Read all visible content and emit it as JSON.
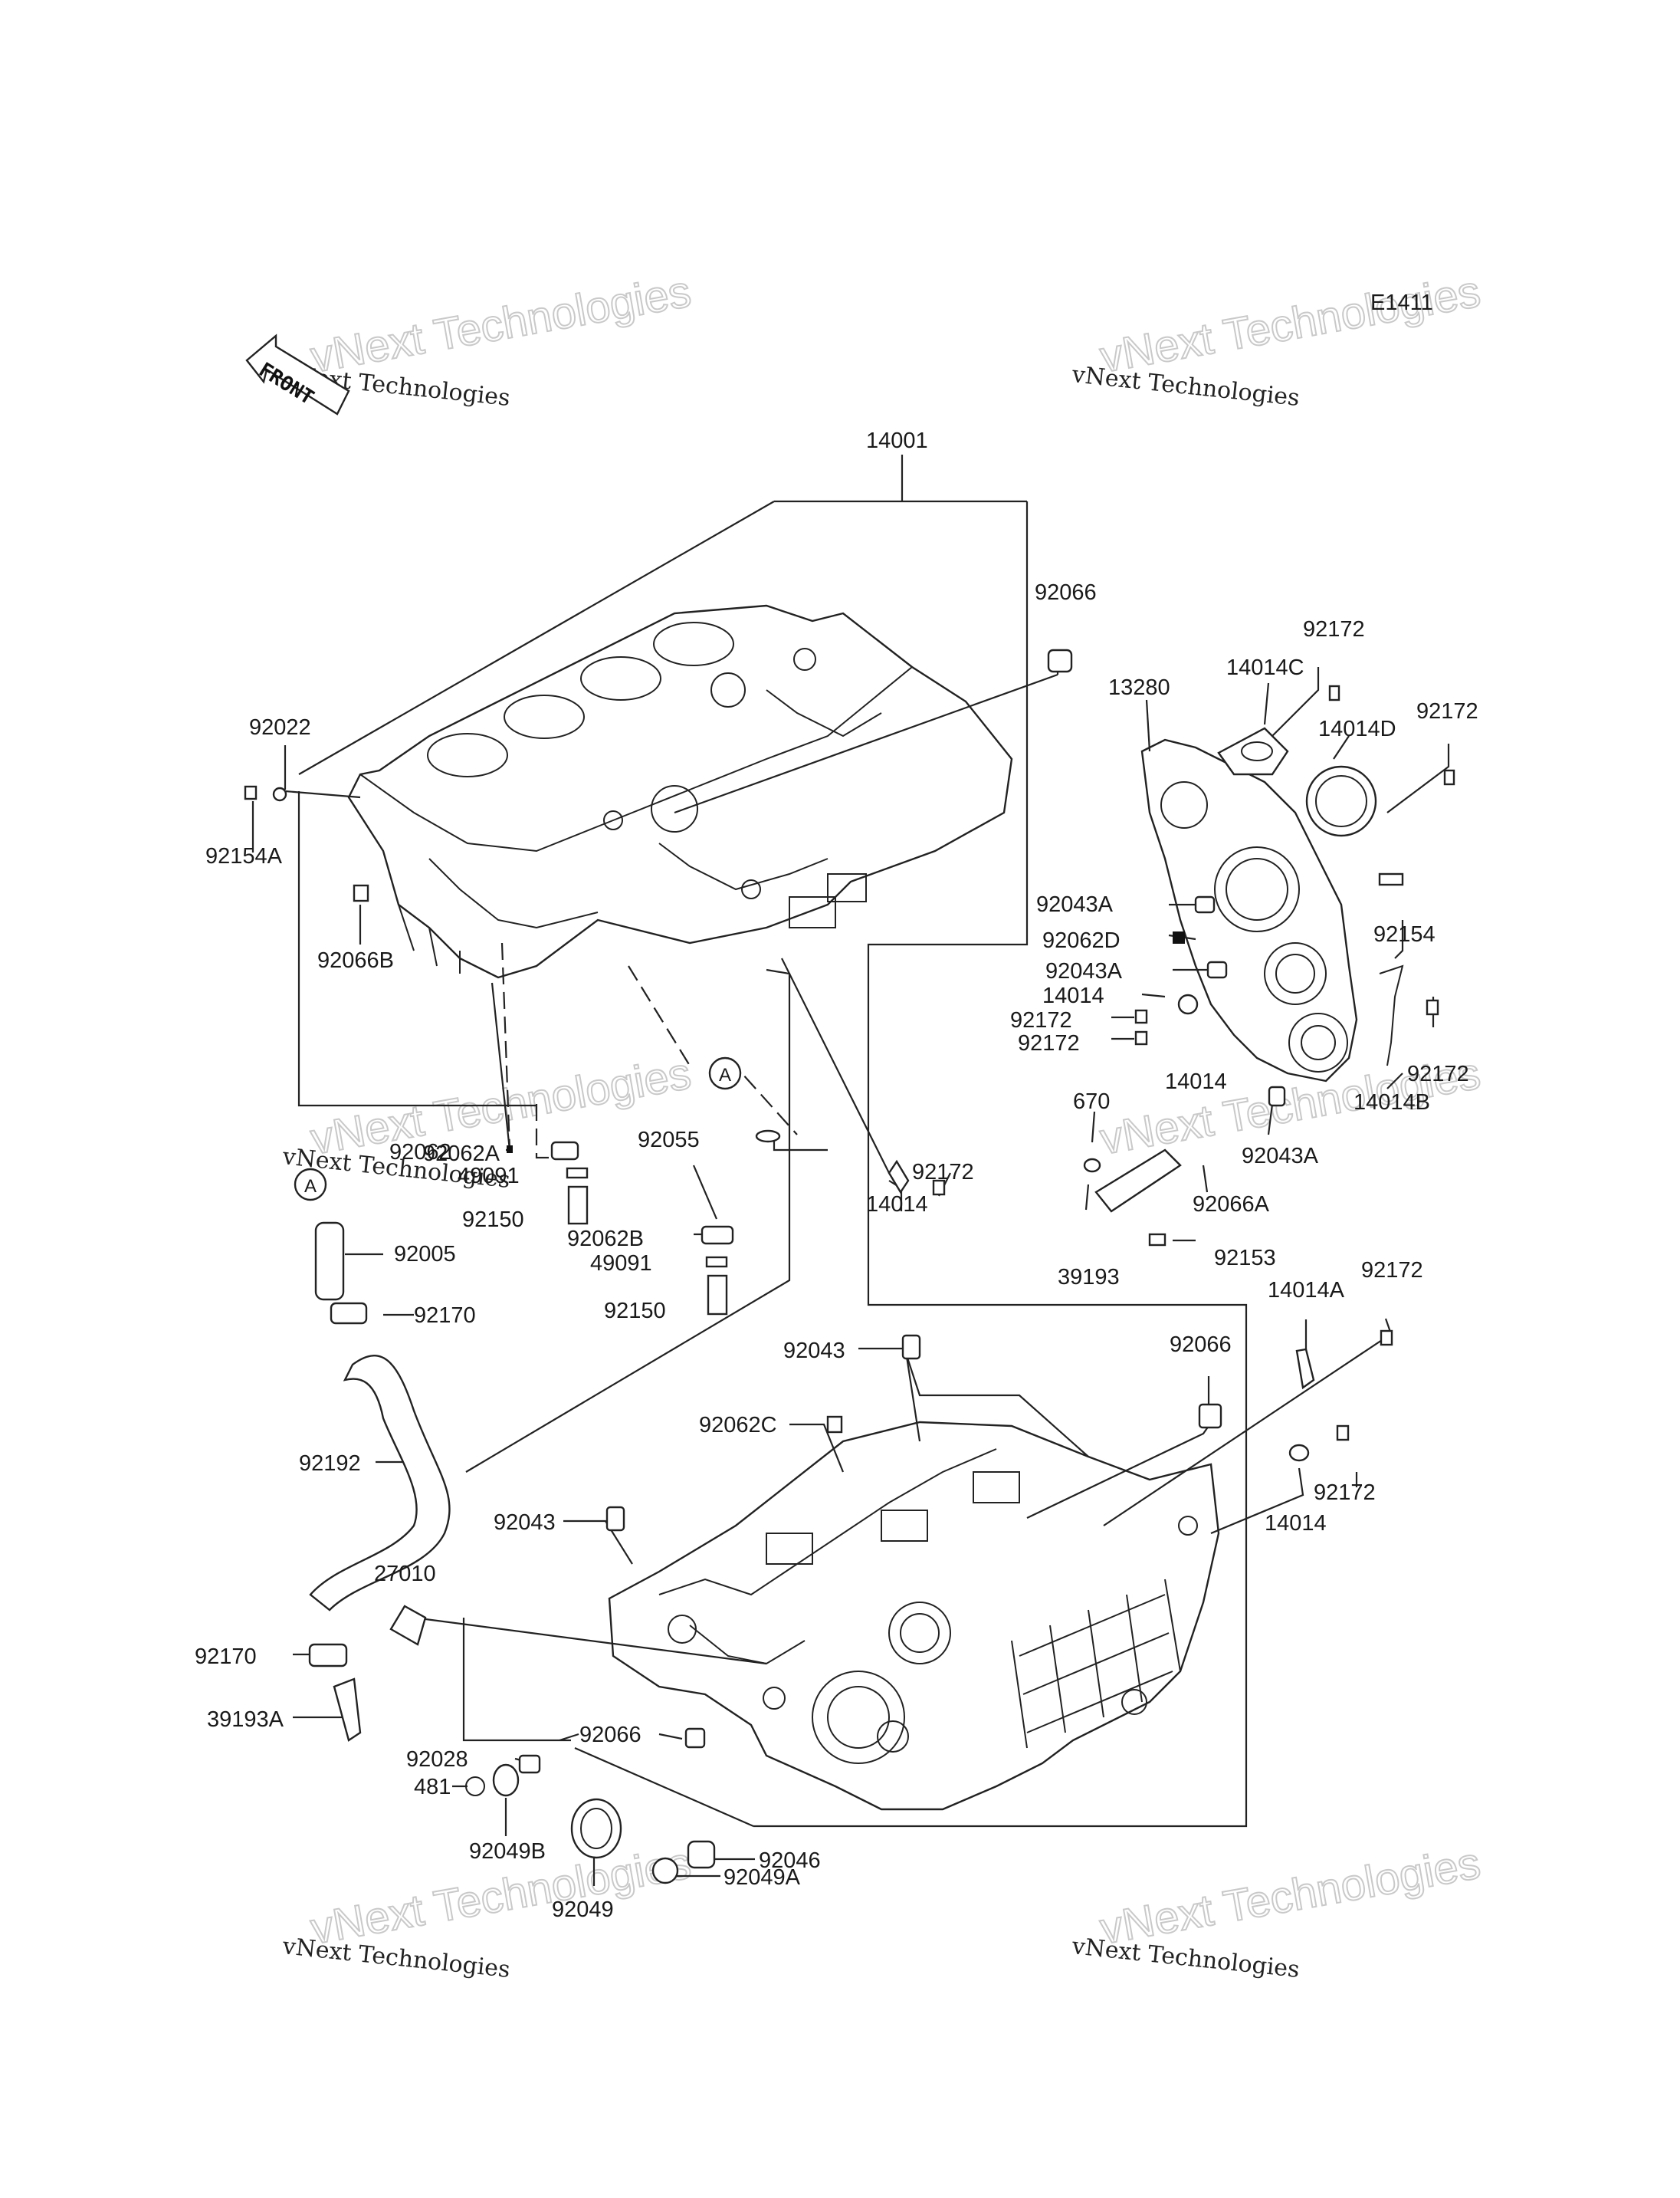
{
  "diagram_id": "E1411",
  "direction_marker": "FRONT",
  "circle_marker": "A",
  "watermark": "vNext Technologies",
  "labels": {
    "l14001": "14001",
    "l92066_top": "92066",
    "l92022": "92022",
    "l92154A": "92154A",
    "l92066B": "92066B",
    "l92062": "92062",
    "l92062A": "92062A",
    "l49091_a": "49091",
    "l92150_a": "92150",
    "l92055": "92055",
    "l92062B": "92062B",
    "l49091_b": "49091",
    "l92150_b": "92150",
    "l92005": "92005",
    "l92170_a": "92170",
    "l92192": "92192",
    "l27010": "27010",
    "l92170_b": "92170",
    "l39193A": "39193A",
    "l13280": "13280",
    "l14014C": "14014C",
    "l92172_a": "92172",
    "l14014D": "14014D",
    "l92172_b": "92172",
    "l92043A_a": "92043A",
    "l92062D": "92062D",
    "l92043A_b": "92043A",
    "l14014_a": "14014",
    "l92172_c": "92172",
    "l92172_d": "92172",
    "l14014_b": "14014",
    "l92154": "92154",
    "l92172_e": "92172",
    "l14014B": "14014B",
    "l92043A_c": "92043A",
    "l670": "670",
    "l92066A": "92066A",
    "l92153": "92153",
    "l39193": "39193",
    "l14014_c": "14014",
    "l92172_f": "92172",
    "l14014A": "14014A",
    "l92172_g": "92172",
    "l92043_a": "92043",
    "l92066_mid": "92066",
    "l92062C": "92062C",
    "l92043_b": "92043",
    "l14014_d": "14014",
    "l92172_h": "92172",
    "l92066_low": "92066",
    "l92028": "92028",
    "l481": "481",
    "l92049B": "92049B",
    "l92049": "92049",
    "l92046": "92046",
    "l92049A": "92049A"
  }
}
